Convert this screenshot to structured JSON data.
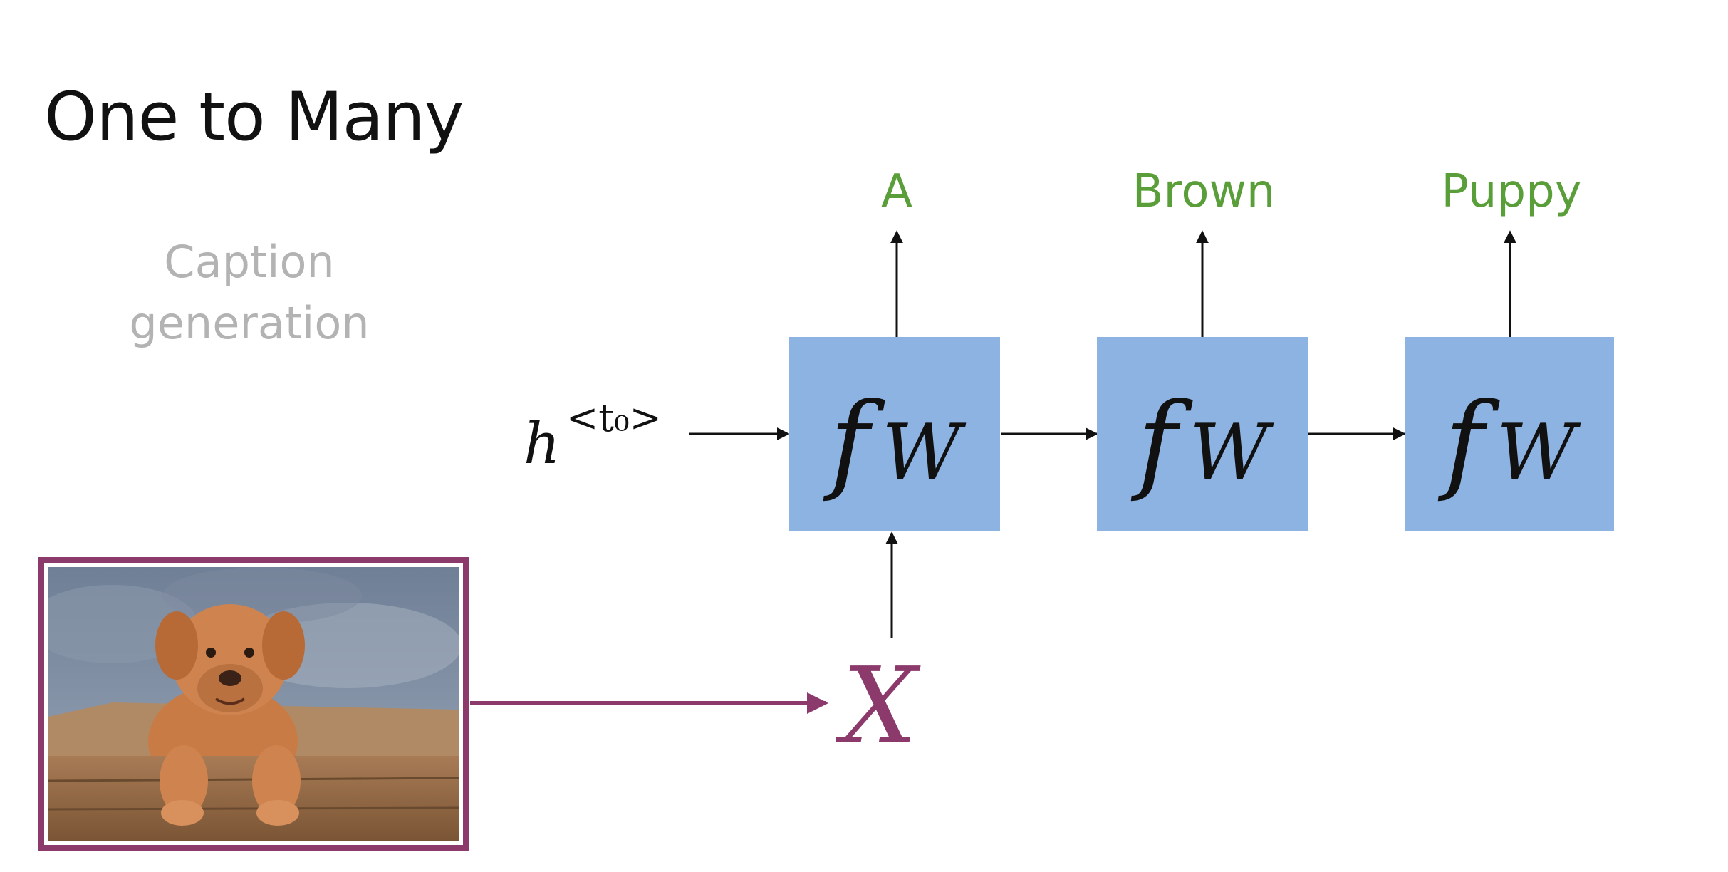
{
  "slide": {
    "title": "One to Many",
    "subtitle": [
      "Caption",
      "generation"
    ]
  },
  "diagram": {
    "initial_state": {
      "base": "h",
      "superscript": "<t₀>"
    },
    "cells": [
      {
        "label_f": "f",
        "label_w": "W",
        "output": "A"
      },
      {
        "label_f": "f",
        "label_w": "W",
        "output": "Brown"
      },
      {
        "label_f": "f",
        "label_w": "W",
        "output": "Puppy"
      }
    ],
    "input_symbol": "X"
  },
  "image": {
    "subject": "puppy in wooden crate"
  },
  "colors": {
    "cell_fill": "#8db3e2",
    "output_text": "#5a9e3a",
    "input_accent": "#8b3a6b",
    "subtitle": "#b3b3b3",
    "title": "#111111"
  }
}
